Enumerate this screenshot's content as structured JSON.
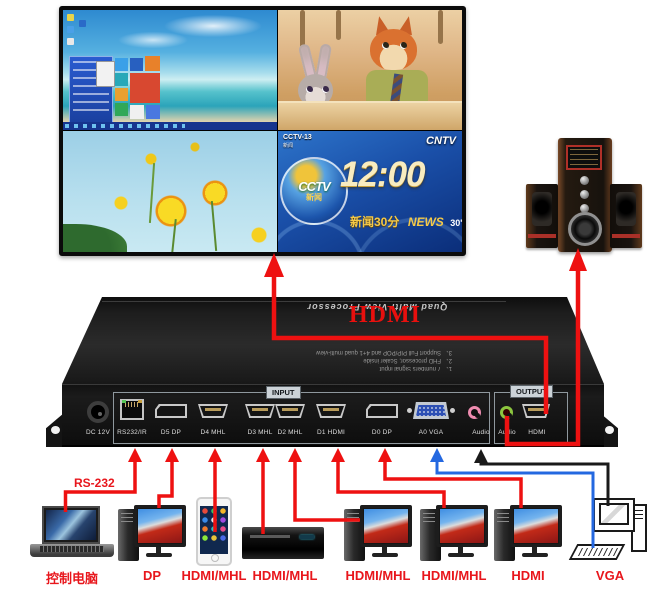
{
  "device": {
    "brand": "Quad Multi View Processor",
    "features": [
      "1、 7 numbers Signal input",
      "2、 FHD processor, Scaler inside",
      "3、 Support Full PIP/POP and 4+1 quad multi-view"
    ],
    "input_section_label": "INPUT",
    "output_section_label": "OUTPUT",
    "ports": {
      "dc": "DC 12V",
      "rs232": "RS232/IR",
      "d5": "D5 DP",
      "d4": "D4 MHL",
      "d3": "D3 MHL",
      "d2": "D2 MHL",
      "d1": "D1 HDMI",
      "d0": "D0 DP",
      "a0": "A0 VGA",
      "audio_in": "Audio",
      "audio_out": "Audio",
      "hdmi_out": "HDMI"
    }
  },
  "cables": {
    "hdmi_label": "HDMI",
    "rs232_label": "RS-232"
  },
  "tv": {
    "news": {
      "channel": "CCTV-13",
      "channel_sub": "新闻",
      "network": "CNTV",
      "clock": "12:00",
      "program": "新闻30分",
      "news_en": "NEWS",
      "news_num": "30'",
      "globe_line1": "CCTV",
      "globe_line2": "新闻"
    }
  },
  "sources": [
    {
      "label": "控制电脑",
      "type": "laptop"
    },
    {
      "label": "DP",
      "type": "desktop"
    },
    {
      "label": "HDMI/MHL",
      "type": "phone"
    },
    {
      "label": "HDMI/MHL",
      "type": "dvd-player"
    },
    {
      "label": "HDMI/MHL",
      "type": "desktop"
    },
    {
      "label": "HDMI/MHL",
      "type": "desktop"
    },
    {
      "label": "HDMI",
      "type": "desktop"
    },
    {
      "label": "VGA",
      "type": "pc-clipart"
    }
  ],
  "colors": {
    "cable_red": "#ee1111",
    "cable_blue": "#2468e0",
    "cable_black": "#1a1a1a",
    "label_red": "#e8161c",
    "device_body": "#141414"
  }
}
